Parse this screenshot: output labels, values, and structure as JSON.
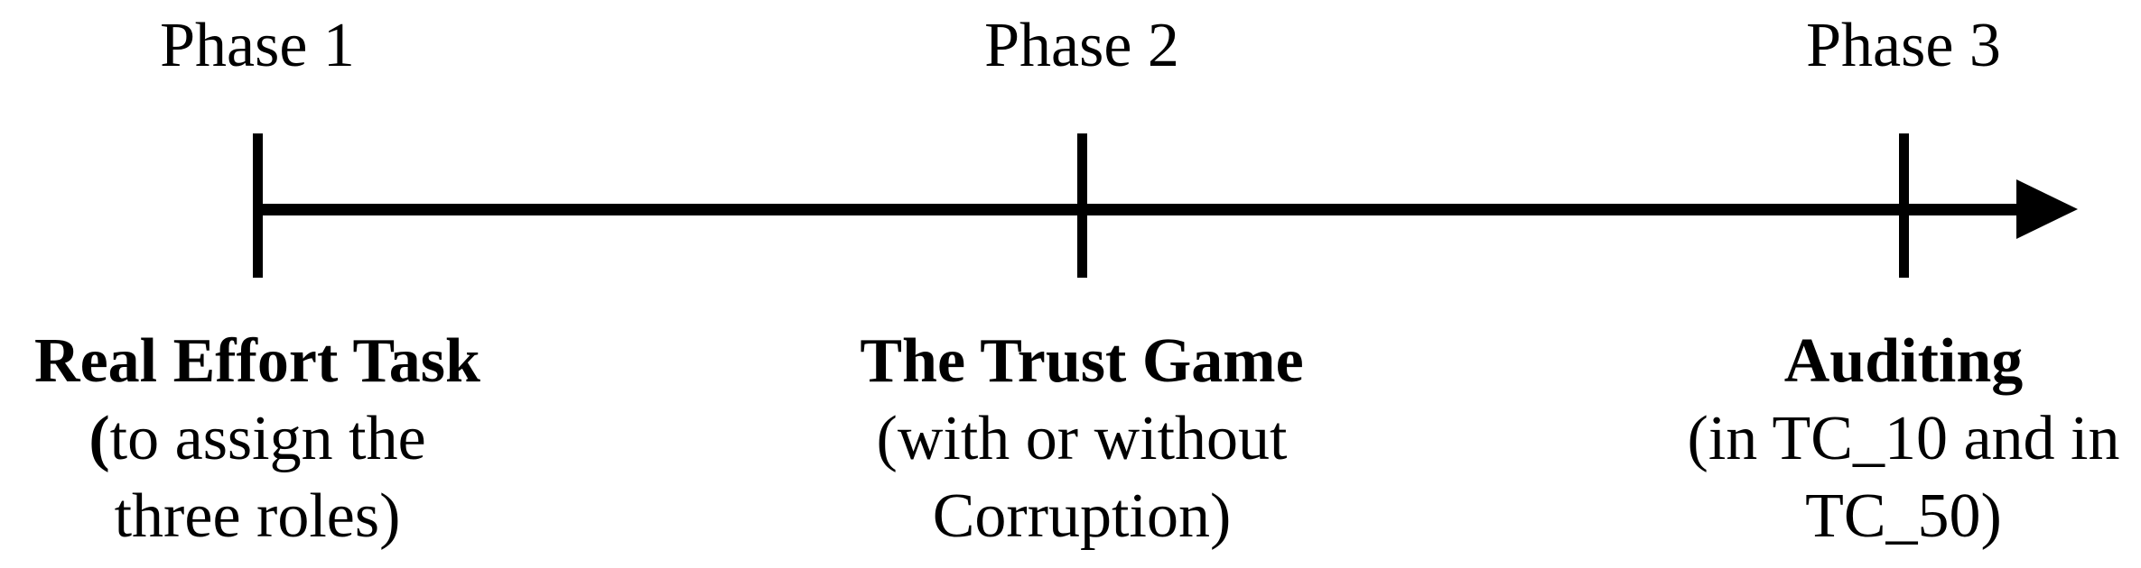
{
  "diagram": {
    "type": "timeline",
    "background_color": "#ffffff",
    "ink_color": "#000000",
    "arrow": {
      "direction": "right",
      "tick_count": 3
    },
    "phases": [
      {
        "label": "Phase 1",
        "title": "Real Effort Task",
        "subtitle_lines": [
          {
            "prefix_bold": "(",
            "text": "to assign the"
          },
          {
            "prefix_bold": "",
            "text": "three roles)"
          }
        ]
      },
      {
        "label": "Phase 2",
        "title": "The Trust Game",
        "subtitle_lines": [
          {
            "prefix_bold": "",
            "text": "(with or without"
          },
          {
            "prefix_bold": "",
            "text": "Corruption)"
          }
        ]
      },
      {
        "label": "Phase 3",
        "title": "Auditing",
        "subtitle_lines": [
          {
            "prefix_bold": "",
            "text": "(in TC_10 and in"
          },
          {
            "prefix_bold": "",
            "text": "TC_50)"
          }
        ]
      }
    ]
  }
}
